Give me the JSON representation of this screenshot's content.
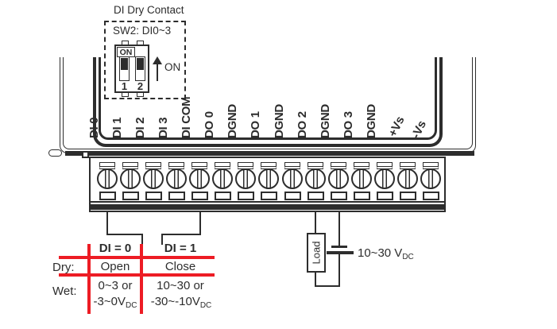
{
  "colors": {
    "ink": "#2d2d2d",
    "red": "#ed1c24",
    "background": "#ffffff"
  },
  "dip_switch": {
    "label": "DI Dry Contact",
    "sw_label": "SW2: DI0~3",
    "on_text": "ON",
    "positions": [
      "1",
      "2"
    ],
    "arrow_on_text": "ON"
  },
  "terminal": {
    "pin_labels": [
      "DI 0",
      "DI 1",
      "DI 2",
      "DI 3",
      "DI COM",
      "DO 0",
      "DGND",
      "DO 1",
      "DGND",
      "DO 2",
      "DGND",
      "DO 3",
      "DGND",
      "+Vs",
      "-Vs"
    ]
  },
  "output_circuit": {
    "load_label": "Load",
    "supply_text": "10~30 V",
    "supply_sub": "DC"
  },
  "di_table": {
    "col_headers": [
      "DI = 0",
      "DI = 1"
    ],
    "row_labels": [
      "Dry:",
      "Wet:"
    ],
    "dry": {
      "di0": "Open",
      "di1": "Close"
    },
    "wet": {
      "di0_line1": "0~3 or",
      "di0_line2": "-3~0V",
      "di0_sub": "DC",
      "di1_line1": "10~30 or",
      "di1_line2": "-30~-10V",
      "di1_sub": "DC"
    }
  }
}
